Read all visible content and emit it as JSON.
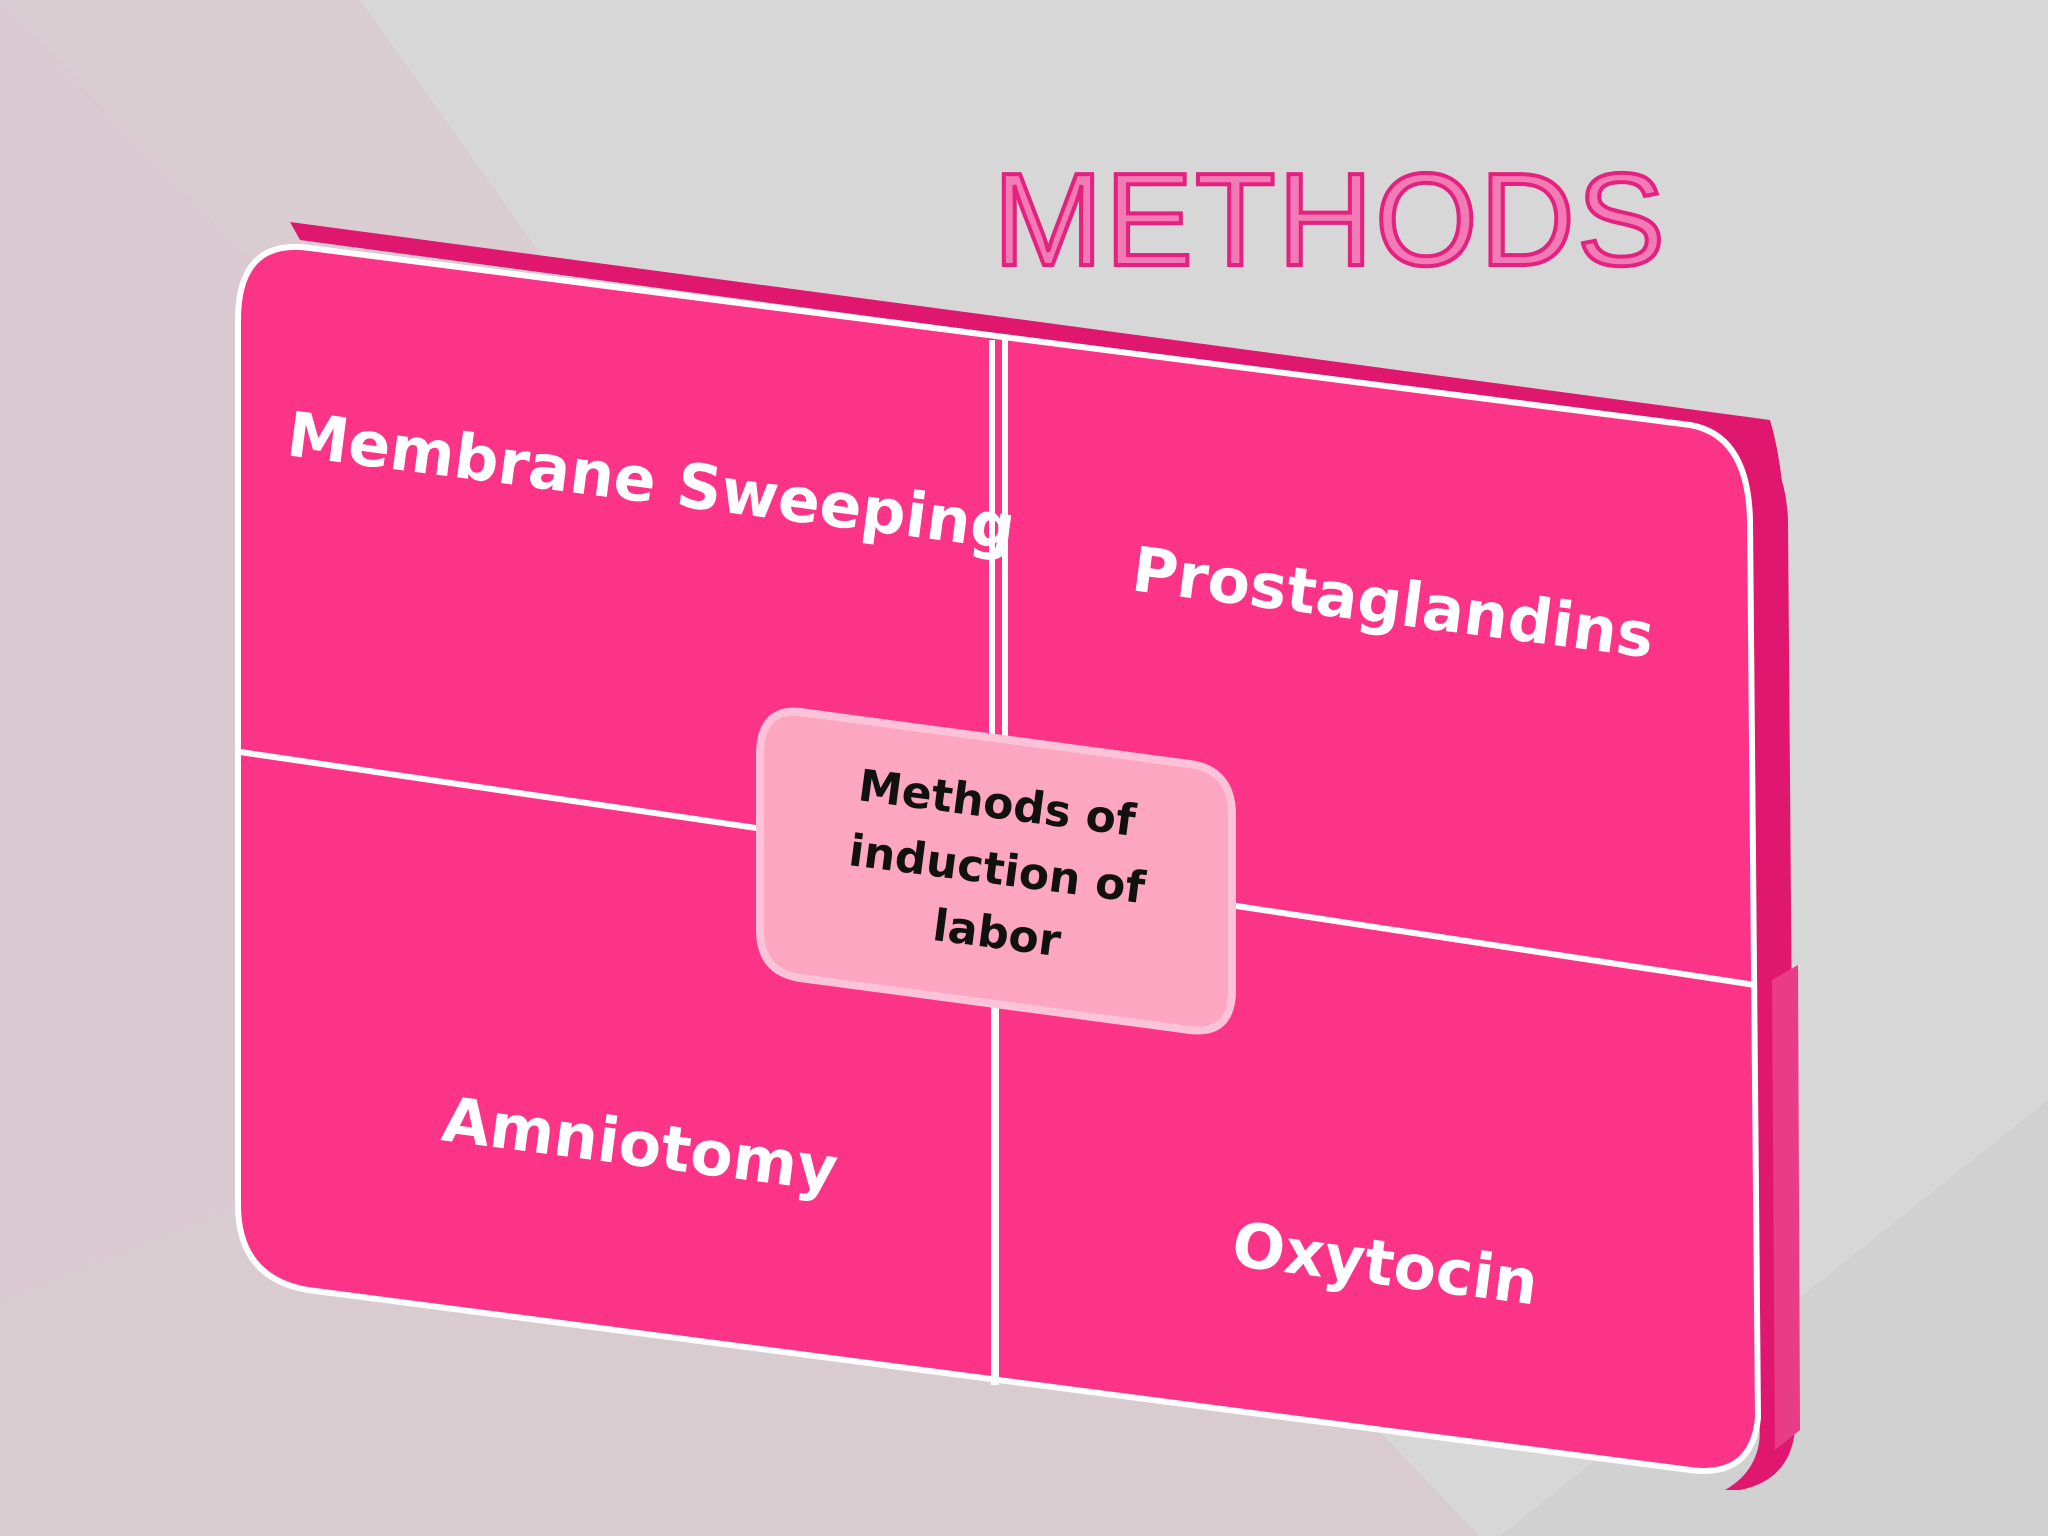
{
  "title": "METHODS",
  "diagram": {
    "center": {
      "lines": [
        "Methods of",
        "induction of",
        "labor"
      ]
    },
    "quadrants": [
      {
        "label": "Membrane Sweeping"
      },
      {
        "label": "Prostaglandins"
      },
      {
        "label": "Amniotomy"
      },
      {
        "label": "Oxytocin"
      }
    ]
  },
  "colors": {
    "background": "#d6d6d6",
    "panel": "#fc3488",
    "panel_edge": "#e0176f",
    "center_box": "#fda6c2",
    "title": "#f27ab5",
    "title_outline": "#e4217f"
  }
}
